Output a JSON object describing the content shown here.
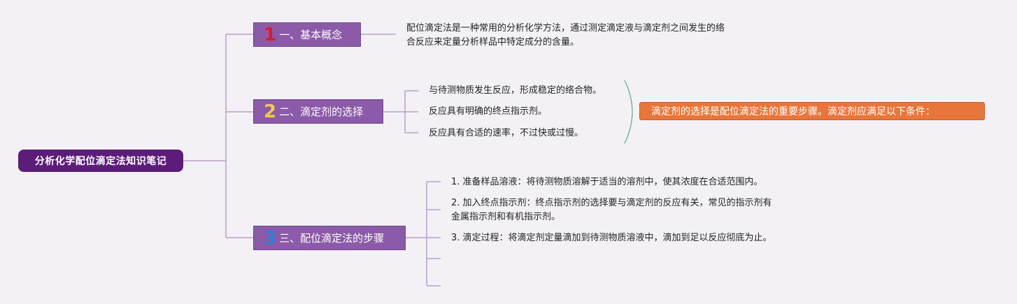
{
  "root": {
    "title": "分析化学配位滴定法知识笔记"
  },
  "branches": [
    {
      "num": "1",
      "num_color": "#e0182c",
      "label": "一、基本概念",
      "children": [
        "配位滴定法是一种常用的分析化学方法，通过测定滴定液与滴定剂之间发生的络",
        "合反应来定量分析样品中特定成分的含量。"
      ]
    },
    {
      "num": "2",
      "num_color": "#f2c94c",
      "label": "二、滴定剂的选择",
      "children": [
        "与待测物质发生反应，形成稳定的络合物。",
        "反应具有明确的终点指示剂。",
        "反应具有合适的速率，不过快或过慢。"
      ],
      "summary": "滴定剂的选择是配位滴定法的重要步骤。滴定剂应满足以下条件："
    },
    {
      "num": "3",
      "num_color": "#2f7fd8",
      "label": "三、配位滴定法的步骤",
      "children": [
        "1. 准备样品溶液：将待测物质溶解于适当的溶剂中，使其浓度在合适范围内。",
        "2. 加入终点指示剂：终点指示剂的选择要与滴定剂的反应有关，常见的指示剂有",
        "金属指示剂和有机指示剂。",
        "3. 滴定过程：将滴定剂定量滴加到待测物质溶液中，滴加到足以反应彻底为止。"
      ]
    }
  ],
  "colors": {
    "root_bg": "#5c1c7a",
    "branch_bg": "#8b5aa8",
    "note_bg": "#e8763a",
    "connector": "#b9a0cc",
    "brace": "#5aa88a"
  }
}
